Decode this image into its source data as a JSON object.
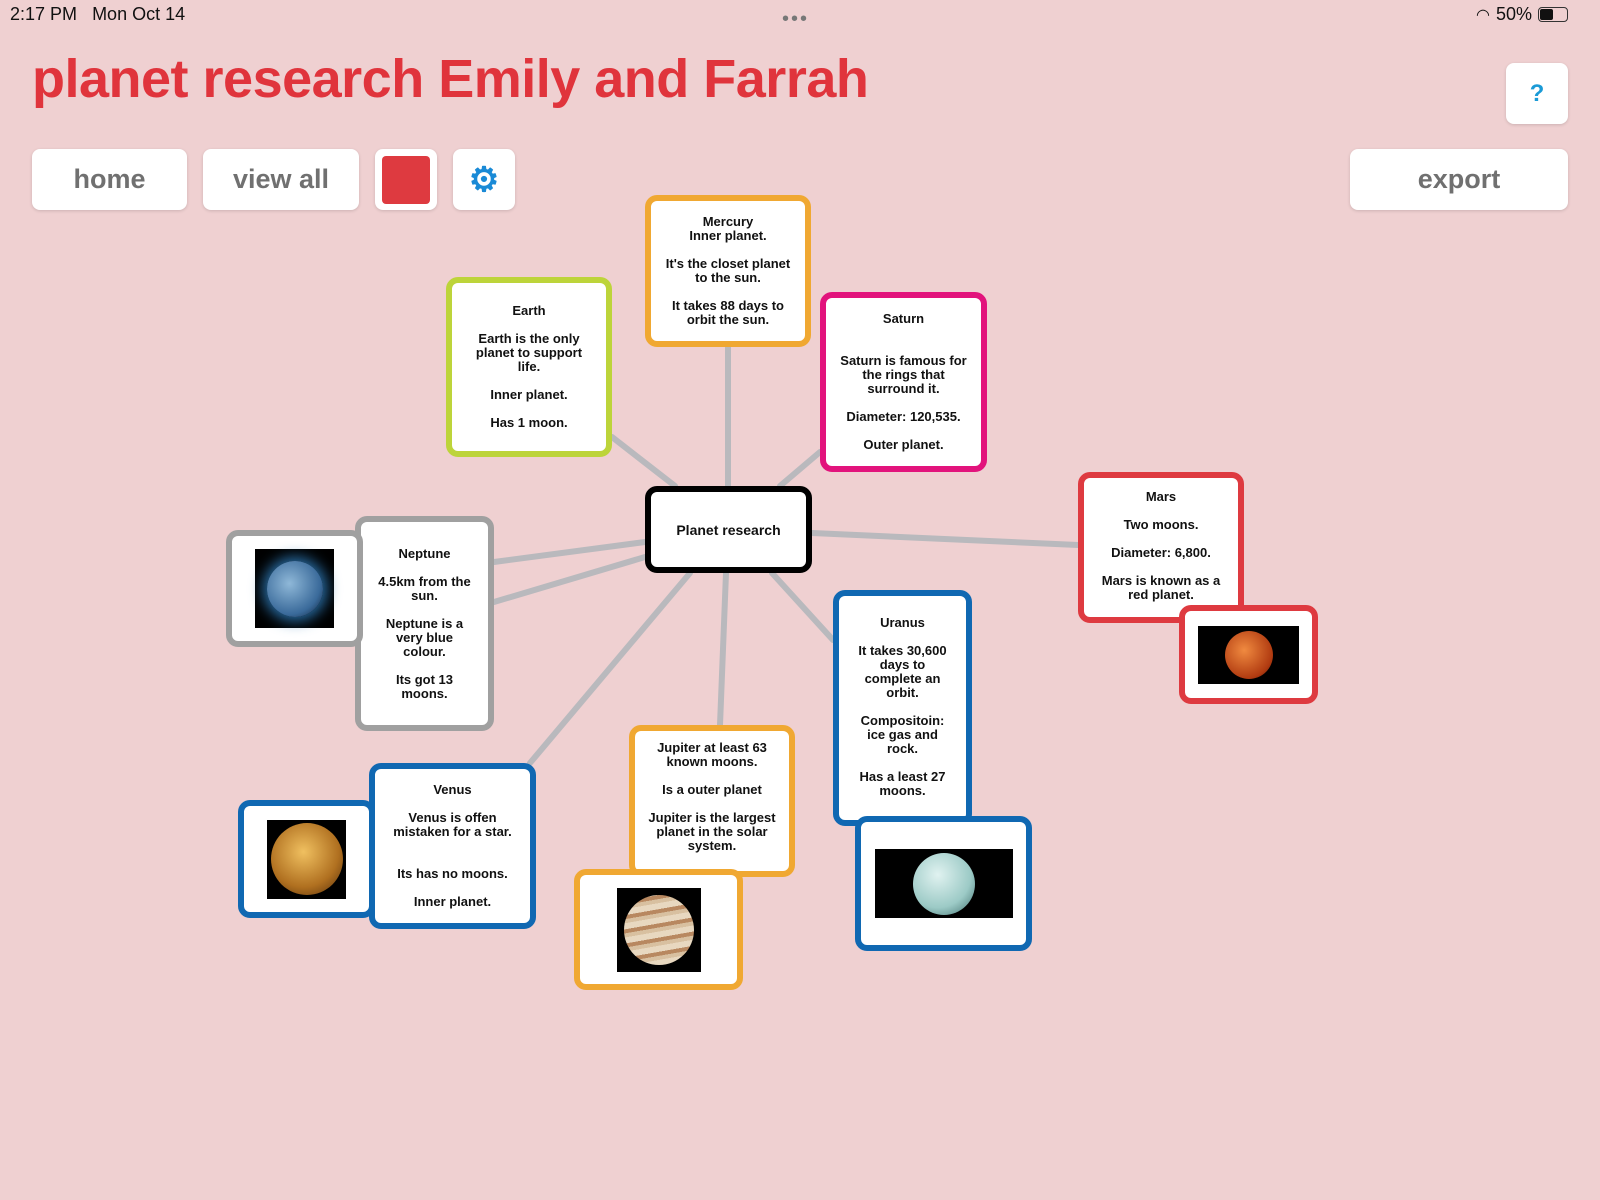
{
  "status": {
    "time": "2:17 PM",
    "date": "Mon Oct 14",
    "battery": "50%"
  },
  "title": "planet research Emily and Farrah",
  "toolbar": {
    "home": "home",
    "view_all": "view all",
    "export": "export",
    "help": "?"
  },
  "colors": {
    "background": "#efd0d1",
    "title": "#e0343c",
    "orange": "#f0a832",
    "green": "#bdd43a",
    "pink": "#e2137c",
    "red": "#de3a40",
    "blue": "#1068b2",
    "gray": "#a0a0a0"
  },
  "center": "Planet research",
  "cards": {
    "mercury": "Mercury\nInner planet.\n\nIt's the closet planet\nto the sun.\n\nIt takes 88 days to\norbit the sun.",
    "earth": "Earth\n\nEarth is the only\nplanet to support\nlife.\n\nInner planet.\n\nHas 1 moon.",
    "saturn": "Saturn\n\n\nSaturn is famous for\nthe rings that\nsurround it.\n\nDiameter: 120,535.\n\nOuter planet.",
    "mars": "Mars\n\nTwo moons.\n\nDiameter: 6,800.\n\nMars is known as a\nred planet.",
    "neptune": "Neptune\n\n4.5km from the\nsun.\n\nNeptune is a\nvery blue\ncolour.\n\nIts got 13\nmoons.",
    "venus": "Venus\n\nVenus is offen\nmistaken for a star.\n\n\nIts has no moons.\n\nInner planet.",
    "jupiter": "Jupiter at least 63\nknown moons.\n\nIs a outer planet\n\nJupiter is the largest\nplanet in the solar\nsystem.",
    "uranus": "Uranus\n\nIt takes 30,600\ndays to\ncomplete an\norbit.\n\nCompositoin:\nice gas and\nrock.\n\nHas a least 27\nmoons."
  }
}
